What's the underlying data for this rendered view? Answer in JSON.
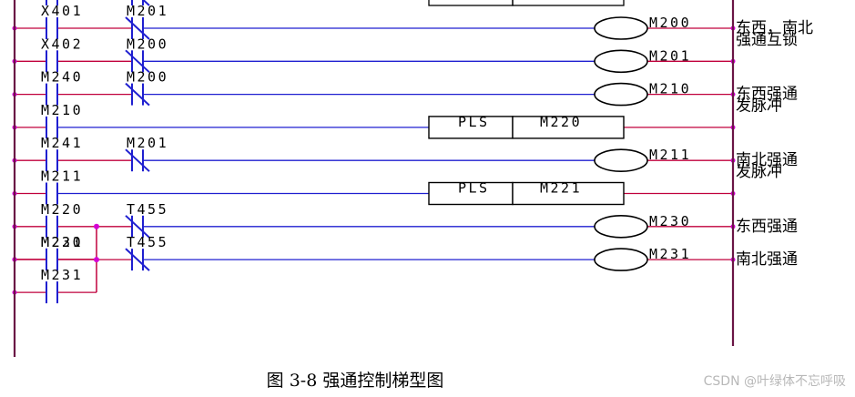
{
  "caption": "图 3-8 强通控制梯型图",
  "watermark": "CSDN @叶绿体不忘呼吸",
  "rungs": [
    {
      "contacts": [
        {
          "label": "X401",
          "type": "NO"
        },
        {
          "label": "M201",
          "type": "NC"
        }
      ],
      "output": {
        "kind": "coil",
        "label": "M200"
      },
      "comment": [
        "东西，南北",
        "强通互锁"
      ]
    },
    {
      "contacts": [
        {
          "label": "X402",
          "type": "NO"
        },
        {
          "label": "M200",
          "type": "NC"
        }
      ],
      "output": {
        "kind": "coil",
        "label": "M201"
      },
      "comment": []
    },
    {
      "contacts": [
        {
          "label": "M240",
          "type": "NO"
        },
        {
          "label": "M200",
          "type": "NC"
        }
      ],
      "output": {
        "kind": "coil",
        "label": "M210"
      },
      "comment": [
        "东西强通",
        "发脉冲"
      ]
    },
    {
      "contacts": [
        {
          "label": "M210",
          "type": "NO"
        }
      ],
      "output": {
        "kind": "box",
        "op": "PLS",
        "label": "M220"
      },
      "comment": []
    },
    {
      "contacts": [
        {
          "label": "M241",
          "type": "NO"
        },
        {
          "label": "M201",
          "type": "NC"
        }
      ],
      "output": {
        "kind": "coil",
        "label": "M211"
      },
      "comment": [
        "南北强通",
        "发脉冲"
      ]
    },
    {
      "contacts": [
        {
          "label": "M211",
          "type": "NO"
        }
      ],
      "output": {
        "kind": "box",
        "op": "PLS",
        "label": "M221"
      },
      "comment": []
    },
    {
      "contacts": [
        {
          "label": "M220",
          "type": "NO"
        },
        {
          "label": "T455",
          "type": "NC"
        }
      ],
      "parallel": {
        "label": "M230",
        "type": "NO"
      },
      "output": {
        "kind": "coil",
        "label": "M230"
      },
      "comment": [
        "东西强通"
      ]
    },
    {
      "contacts": [
        {
          "label": "M221",
          "type": "NO"
        },
        {
          "label": "T455",
          "type": "NC"
        }
      ],
      "parallel": {
        "label": "M231",
        "type": "NO"
      },
      "output": {
        "kind": "coil",
        "label": "M231"
      },
      "comment": [
        "南北强通"
      ]
    }
  ]
}
